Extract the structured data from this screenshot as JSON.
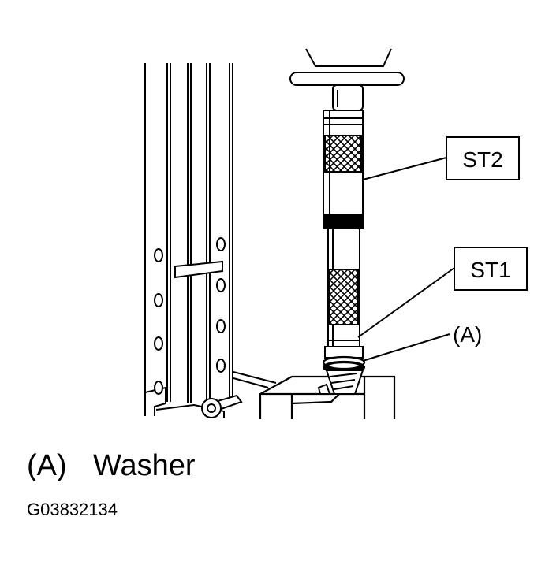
{
  "illustration": {
    "callouts": {
      "st2": "ST2",
      "st1": "ST1",
      "a": "(A)"
    }
  },
  "legend": {
    "key": "(A)",
    "description": "Washer"
  },
  "figure_id": "G03832134"
}
